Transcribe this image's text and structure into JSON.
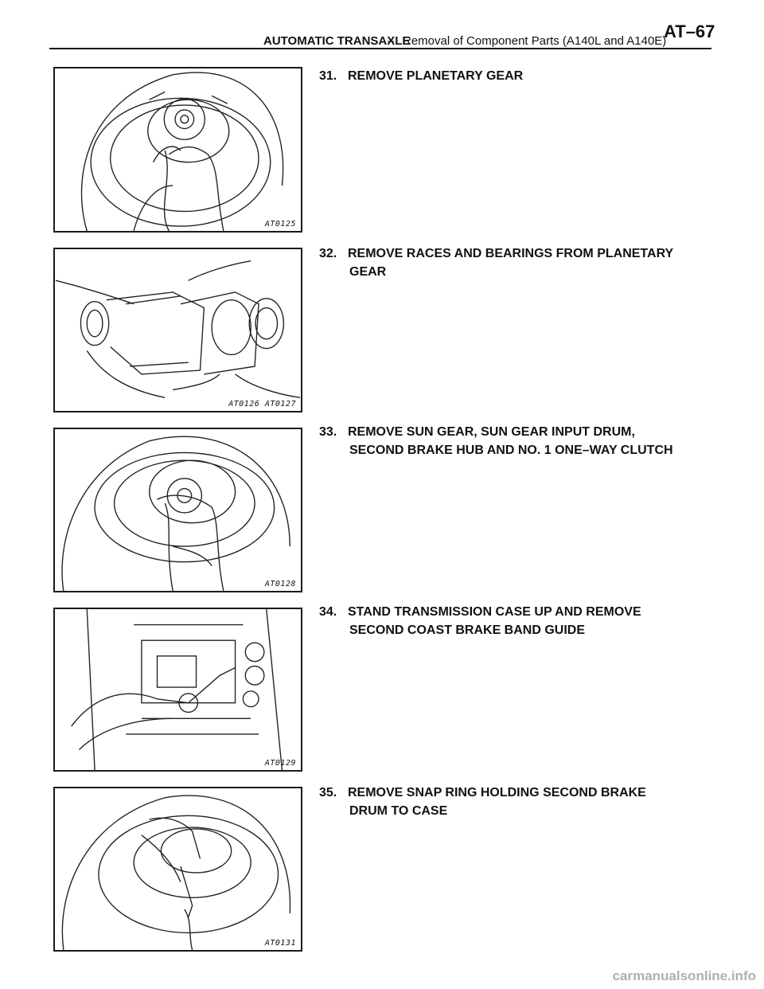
{
  "header": {
    "section": "AUTOMATIC TRANSAXLE",
    "dash": "–",
    "subtitle": "Removal of Component Parts (A140L and A140E)",
    "page": "AT–67"
  },
  "steps": [
    {
      "num": "31.",
      "line1": "REMOVE PLANETARY GEAR",
      "line2": "",
      "figure_code": "AT0125"
    },
    {
      "num": "32.",
      "line1": "REMOVE RACES AND BEARINGS FROM PLANETARY",
      "line2": "GEAR",
      "figure_code": "AT0126 AT0127"
    },
    {
      "num": "33.",
      "line1": "REMOVE SUN GEAR, SUN GEAR INPUT DRUM,",
      "line2": "SECOND BRAKE HUB AND NO. 1 ONE–WAY CLUTCH",
      "figure_code": "AT0128"
    },
    {
      "num": "34.",
      "line1": "STAND TRANSMISSION CASE UP AND REMOVE",
      "line2": "SECOND COAST BRAKE BAND GUIDE",
      "figure_code": "AT0129"
    },
    {
      "num": "35.",
      "line1": "REMOVE SNAP RING HOLDING SECOND BRAKE",
      "line2": "DRUM TO CASE",
      "figure_code": "AT0131"
    }
  ],
  "footer": "carmanualsonline.info"
}
